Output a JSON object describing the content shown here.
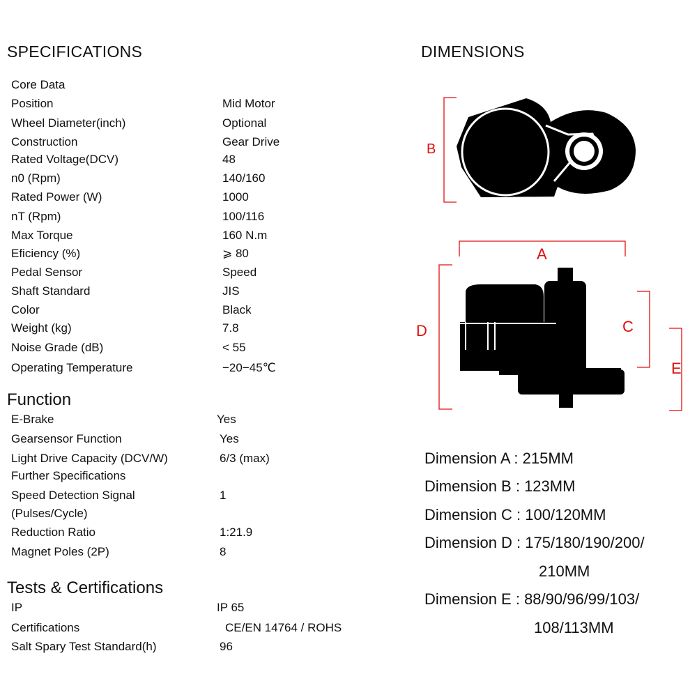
{
  "specs": {
    "title": "SPECIFICATIONS",
    "core_rows": [
      {
        "k": "Core Data",
        "v": ""
      },
      {
        "k": "Position",
        "v": "Mid Motor"
      },
      {
        "k": "Wheel Diameter(inch)",
        "v": "Optional"
      },
      {
        "k": "Construction",
        "v": "Gear Drive"
      },
      {
        "k": "Rated Voltage(DCV)",
        "v": "48"
      },
      {
        "k": "n0 (Rpm)",
        "v": "140/160"
      },
      {
        "k": "Rated Power (W)",
        "v": "1000"
      },
      {
        "k": "nT (Rpm)",
        "v": "100/116"
      },
      {
        "k": "Max Torque",
        "v": "160 N.m"
      },
      {
        "k": "Eficiency (%)",
        "v": "⩾ 80"
      },
      {
        "k": "Pedal Sensor",
        "v": "Speed"
      },
      {
        "k": "Shaft Standard",
        "v": "JIS"
      },
      {
        "k": "Color",
        "v": "Black"
      },
      {
        "k": "Weight (kg)",
        "v": "7.8"
      },
      {
        "k": "Noise Grade (dB)",
        "v": "< 55"
      },
      {
        "k": "Operating Temperature",
        "v": "−20−45℃"
      }
    ]
  },
  "function": {
    "title": "Function",
    "rows": [
      {
        "k": "E-Brake",
        "v": "Yes"
      },
      {
        "k": "Gearsensor Function",
        "v": "Yes"
      },
      {
        "k": "Light Drive Capacity (DCV/W)",
        "v": "6/3  (max)"
      },
      {
        "k": "Further Specifications",
        "v": ""
      },
      {
        "k": "Speed Detection Signal",
        "v": "1"
      },
      {
        "k": "(Pulses/Cycle)",
        "v": ""
      },
      {
        "k": "Reduction Ratio",
        "v": "1:21.9"
      },
      {
        "k": "Magnet Poles (2P)",
        "v": "8"
      }
    ]
  },
  "tests": {
    "title": "Tests & Certifications",
    "rows": [
      {
        "k": "IP",
        "v": "IP 65"
      },
      {
        "k": "Certifications",
        "v": "CE/EN 14764 / ROHS"
      },
      {
        "k": "Salt Spary Test Standard(h)",
        "v": "96"
      }
    ]
  },
  "dimensions": {
    "title": "DIMENSIONS",
    "marker_labels": {
      "a": "A",
      "b": "B",
      "c": "C",
      "d": "D",
      "e": "E"
    },
    "lines": [
      {
        "label": "Dimension A",
        "value": "215MM"
      },
      {
        "label": "Dimension B",
        "value": "123MM"
      },
      {
        "label": "Dimension C",
        "value": "100/120MM"
      },
      {
        "label": "Dimension D",
        "value": "175/180/190/200/"
      },
      {
        "label": "Dimension E",
        "value": "88/90/96/99/103/"
      }
    ],
    "d_continuation": "210MM",
    "e_continuation": "108/113MM"
  },
  "colors": {
    "marker_red": "#e01010",
    "motor_black": "#000000"
  }
}
